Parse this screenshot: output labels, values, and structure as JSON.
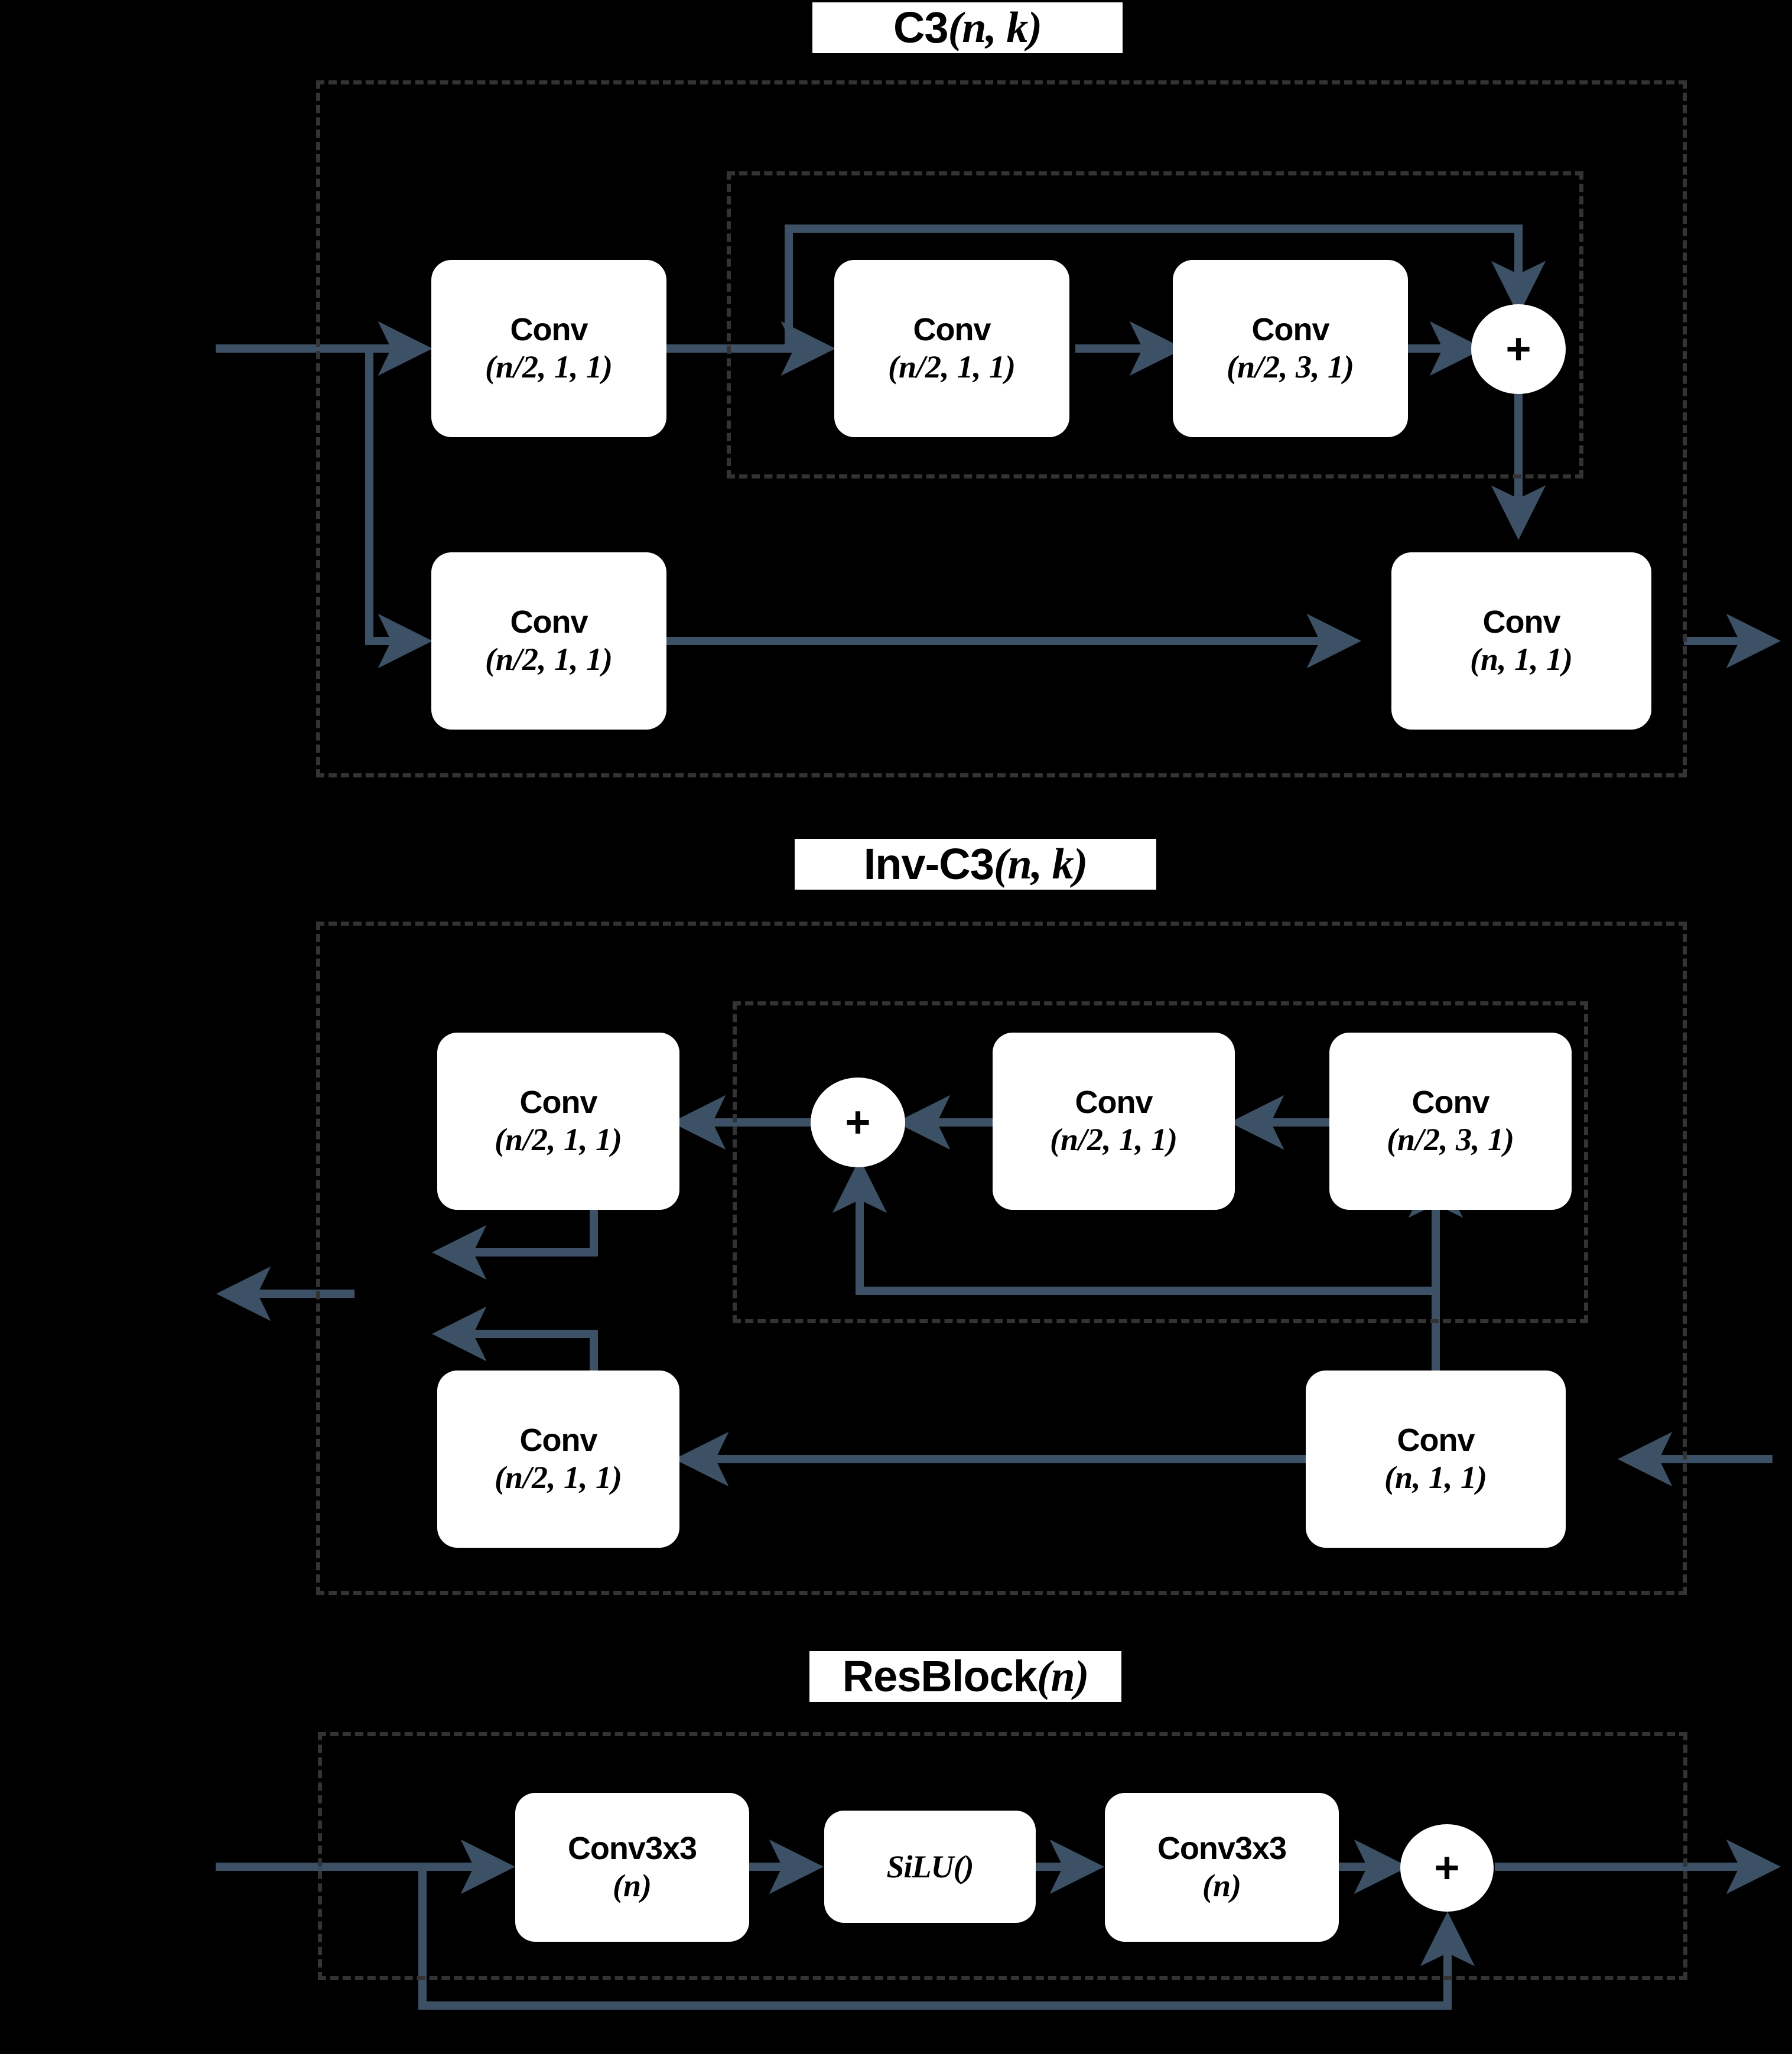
{
  "figure": {
    "background_color": "#000000",
    "wire_color": "#3d5166",
    "dash_color": "#333333",
    "node_fill": "#ffffff",
    "node_text_color": "#000000"
  },
  "sections": [
    {
      "id": "c3",
      "title_main": "C3 ",
      "title_params": "(n, k)",
      "nodes": [
        {
          "id": "c3-conv-a",
          "line1": "Conv",
          "line2": "(n/2, 1, 1)"
        },
        {
          "id": "c3-conv-b",
          "line1": "Conv",
          "line2": "(n/2, 1, 1)"
        },
        {
          "id": "c3-conv-c",
          "line1": "Conv",
          "line2": "(n/2, 3, 1)"
        },
        {
          "id": "c3-conv-d",
          "line1": "Conv",
          "line2": "(n/2, 1, 1)"
        },
        {
          "id": "c3-conv-out",
          "line1": "Conv",
          "line2": "(n, 1, 1)"
        }
      ],
      "operators": [
        {
          "id": "c3-add",
          "symbol": "+"
        }
      ]
    },
    {
      "id": "invc3",
      "title_main": "Inv-C3 ",
      "title_params": "(n, k)",
      "nodes": [
        {
          "id": "invc3-conv-a",
          "line1": "Conv",
          "line2": "(n/2, 1, 1)"
        },
        {
          "id": "invc3-conv-b",
          "line1": "Conv",
          "line2": "(n/2, 1, 1)"
        },
        {
          "id": "invc3-conv-c",
          "line1": "Conv",
          "line2": "(n/2, 3, 1)"
        },
        {
          "id": "invc3-conv-d",
          "line1": "Conv",
          "line2": "(n/2, 1, 1)"
        },
        {
          "id": "invc3-conv-in",
          "line1": "Conv",
          "line2": "(n, 1, 1)"
        }
      ],
      "operators": [
        {
          "id": "invc3-add",
          "symbol": "+"
        }
      ]
    },
    {
      "id": "resblock",
      "title_main": "ResBlock ",
      "title_params": "(n)",
      "nodes": [
        {
          "id": "res-conv1",
          "line1": "Conv3x3",
          "line2": "(n)"
        },
        {
          "id": "res-silu",
          "line1": "SiLU()",
          "line2": ""
        },
        {
          "id": "res-conv2",
          "line1": "Conv3x3",
          "line2": "(n)"
        }
      ],
      "operators": [
        {
          "id": "res-add",
          "symbol": "+"
        }
      ]
    }
  ]
}
